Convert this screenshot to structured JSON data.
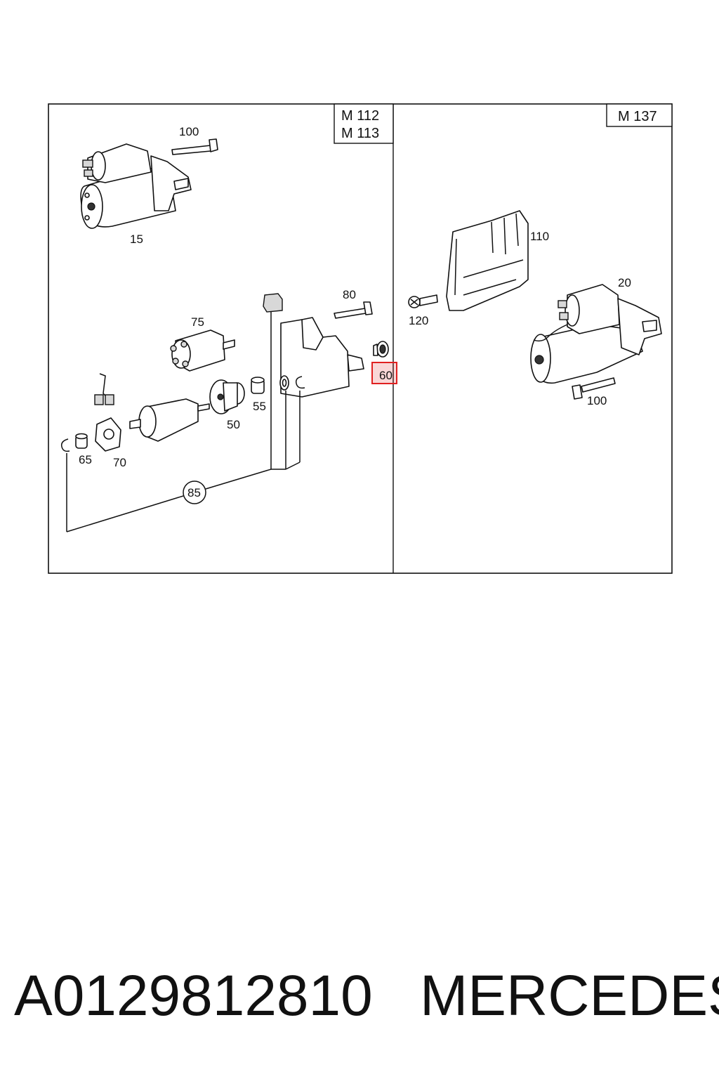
{
  "engine_labels": {
    "left_line1": "M 112",
    "left_line2": "M 113",
    "right": "M 137"
  },
  "callouts": {
    "c100_left": "100",
    "c15": "15",
    "c80": "80",
    "c75": "75",
    "c60": "60",
    "c55": "55",
    "c50": "50",
    "c65": "65",
    "c70": "70",
    "c85": "85",
    "c110": "110",
    "c120": "120",
    "c20": "20",
    "c100_right": "100"
  },
  "highlight_color": "#e02020",
  "footer": {
    "part_number": "A0129812810",
    "brand": "MERCEDES"
  }
}
